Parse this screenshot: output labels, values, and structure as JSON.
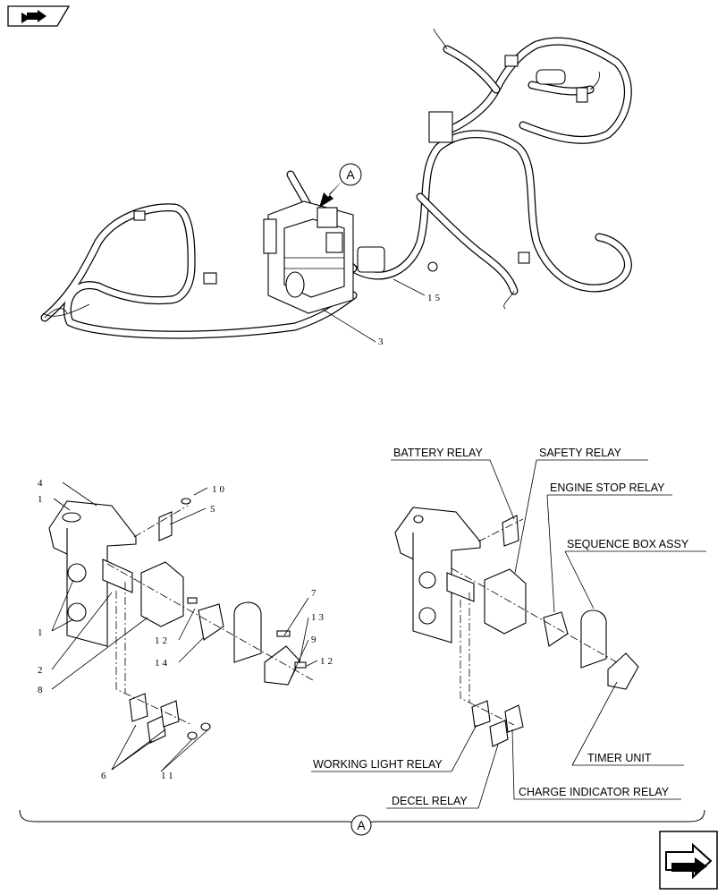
{
  "view_label": "A",
  "callouts": {
    "overview": [
      "15",
      "3"
    ],
    "exploded": [
      "4",
      "1",
      "10",
      "5",
      "1",
      "2",
      "8",
      "12",
      "14",
      "7",
      "13",
      "9",
      "12",
      "6",
      "11"
    ]
  },
  "relay_labels": {
    "battery_relay": "BATTERY RELAY",
    "safety_relay": "SAFETY RELAY",
    "engine_stop_relay": "ENGINE STOP RELAY",
    "sequence_box_assy": "SEQUENCE BOX ASSY",
    "timer_unit": "TIMER UNIT",
    "working_light_relay": "WORKING LIGHT RELAY",
    "decel_relay": "DECEL RELAY",
    "charge_indicator_relay": "CHARGE INDICATOR RELAY"
  },
  "icons": {
    "top_left": "book-arrow-icon",
    "bottom_right": "next-page-arrow-icon"
  }
}
